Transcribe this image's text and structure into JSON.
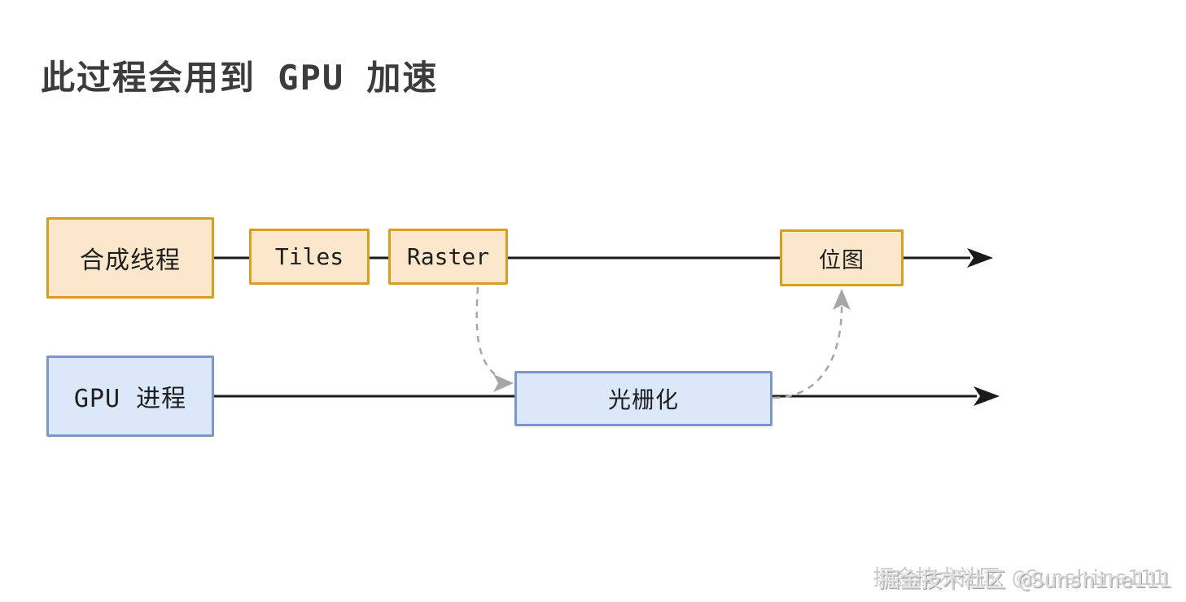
{
  "title": "此过程会用到 GPU 加速",
  "nodes": {
    "compositor_thread": {
      "label": "合成线程"
    },
    "tiles": {
      "label": "Tiles"
    },
    "raster": {
      "label": "Raster"
    },
    "bitmap": {
      "label": "位图"
    },
    "gpu_process": {
      "label": "GPU 进程"
    },
    "rasterization": {
      "label": "光栅化"
    }
  },
  "flows": {
    "top_lane": "合成线程 → Tiles → Raster → 位图",
    "bottom_lane": "GPU 进程 → 光栅化",
    "dashed_link_1": "Raster → 光栅化",
    "dashed_link_2": "光栅化 → 位图"
  },
  "colors": {
    "orange_fill": "#fbe7cb",
    "orange_border": "#d5a021",
    "blue_fill": "#dbe8f9",
    "blue_border": "#7b97c9",
    "line": "#1a1a1a",
    "dashed": "#a6a6a6",
    "title_text": "#3c3c3c"
  },
  "watermark": "掘金技术社区 @Sunshine111"
}
